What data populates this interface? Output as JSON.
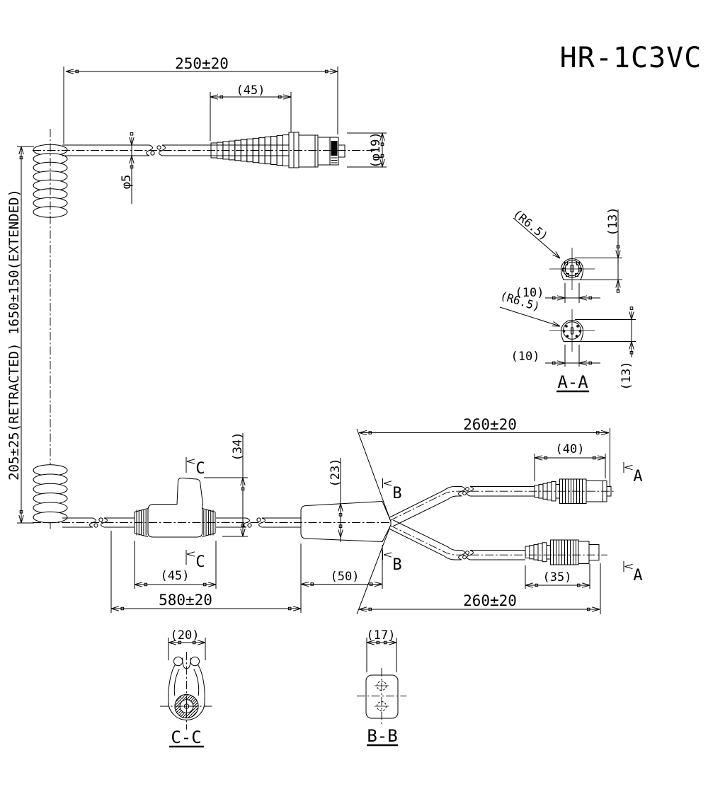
{
  "drawing": {
    "title": "HR-1C3VC",
    "line_color": "#000000",
    "background_color": "#ffffff"
  },
  "top_view": {
    "dim_overall": "250±20",
    "dim_boot": "(45)",
    "dia_cable": "φ5",
    "dia_connector": "(φ19)",
    "dim_coil_length": "205±25(RETRACTED) 1650±150(EXTENDED)"
  },
  "face_view": {
    "radius_top": "(R6.5)",
    "height_top": "(13)",
    "width_top": "(10)",
    "radius_bottom": "(R6.5)",
    "height_bottom": "(13)",
    "width_bottom": "(10)",
    "section_label": "A-A"
  },
  "bottom_view": {
    "dim_clip_height": "(34)",
    "dim_clip_width": "(45)",
    "dim_splitter_height": "(23)",
    "dim_splitter_width": "(50)",
    "dim_main": "580±20",
    "dim_branch_top": "260±20",
    "dim_branch_bottom": "260±20",
    "dim_plug_top": "(40)",
    "dim_plug_bottom": "(35)"
  },
  "markers": {
    "a": "A",
    "b": "B",
    "c": "C"
  },
  "section_cc": {
    "label": "C-C",
    "dim_width": "(20)"
  },
  "section_bb": {
    "label": "B-B",
    "dim_width": "(17)"
  }
}
